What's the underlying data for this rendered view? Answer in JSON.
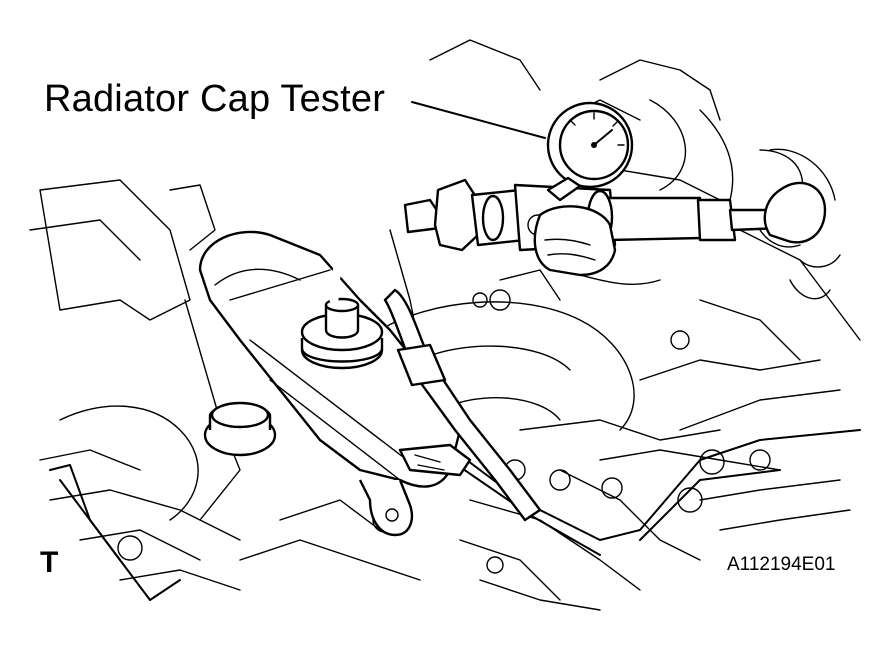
{
  "figure": {
    "callout_label": "Radiator Cap Tester",
    "view_letter": "T",
    "figure_code": "A112194E01"
  },
  "colors": {
    "line": "#000000",
    "background": "#ffffff"
  }
}
